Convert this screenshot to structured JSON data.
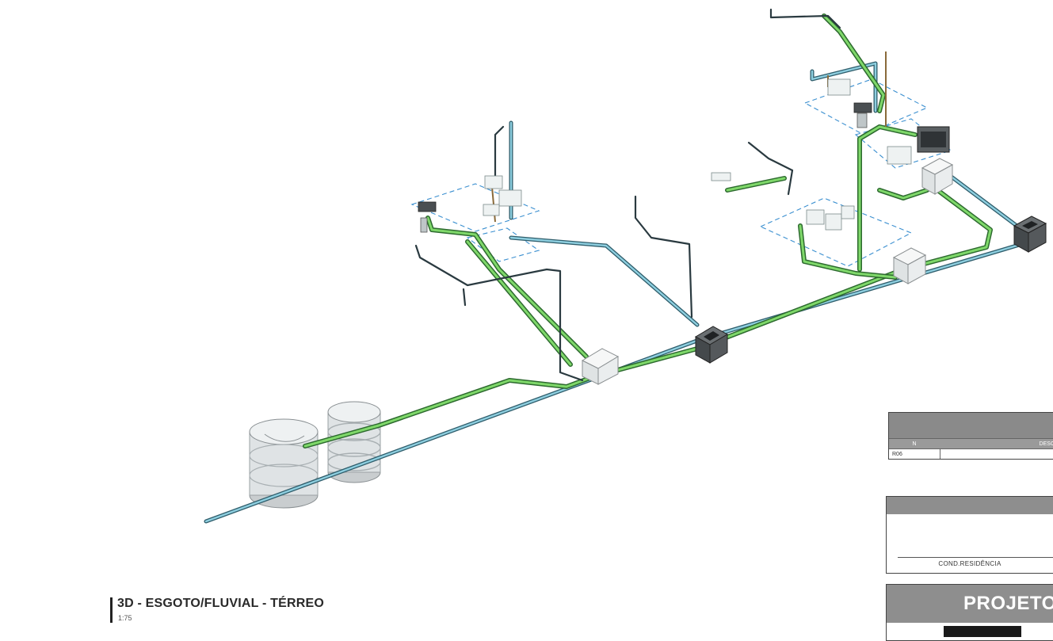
{
  "view": {
    "title": "3D - ESGOTO/FLUVIAL - TÉRREO",
    "scale": "1:75"
  },
  "legend_table": {
    "columns": [
      "N",
      "DESCRI"
    ],
    "rows": [
      {
        "n": "R06",
        "description": ""
      }
    ]
  },
  "info_box": {
    "label": "COND.RESIDÊNCIA"
  },
  "title_block": {
    "title": "PROJETO"
  },
  "colors": {
    "sewer_pipe": "#7fd86a",
    "rain_pipe": "#8ecfe0",
    "vent_pipe": "#2a3a40",
    "inspection_box_light": "#e6eaea",
    "inspection_box_dark": "#4a4f52",
    "zone_outline": "#3a8fd0"
  }
}
